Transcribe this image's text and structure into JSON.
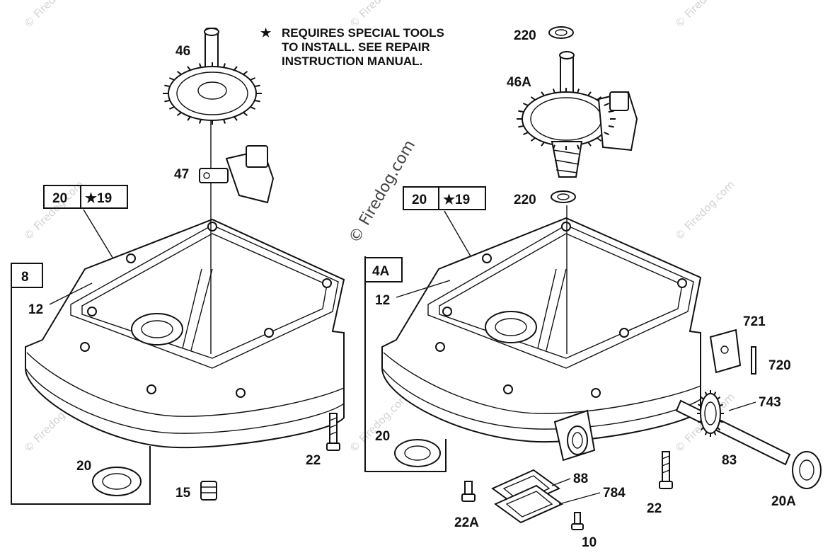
{
  "note": {
    "star": "★",
    "lines": [
      "REQUIRES SPECIAL TOOLS",
      "TO INSTALL.  SEE REPAIR",
      "INSTRUCTION MANUAL."
    ]
  },
  "watermark": {
    "text": "© Firedog.com",
    "center_text": "© Firedog.com"
  },
  "left_assembly": {
    "box_label": "8",
    "callout_a": "20",
    "callout_b": "★19",
    "labels": {
      "cam": "46",
      "governor": "47",
      "gasket": "12",
      "seal": "20",
      "bolt": "22",
      "plug": "15"
    }
  },
  "right_assembly": {
    "box_label": "4A",
    "callout_a": "20",
    "callout_b": "★19",
    "labels": {
      "washer_top": "220",
      "cam": "46A",
      "washer_bottom": "220",
      "gasket": "12",
      "seal": "20",
      "plate": "721",
      "pin": "720",
      "gear": "743",
      "shaft": "83",
      "seal_a": "20A",
      "bolt": "22",
      "bolt_a": "22A",
      "gasket_88": "88",
      "cover": "784",
      "screw": "10"
    }
  }
}
